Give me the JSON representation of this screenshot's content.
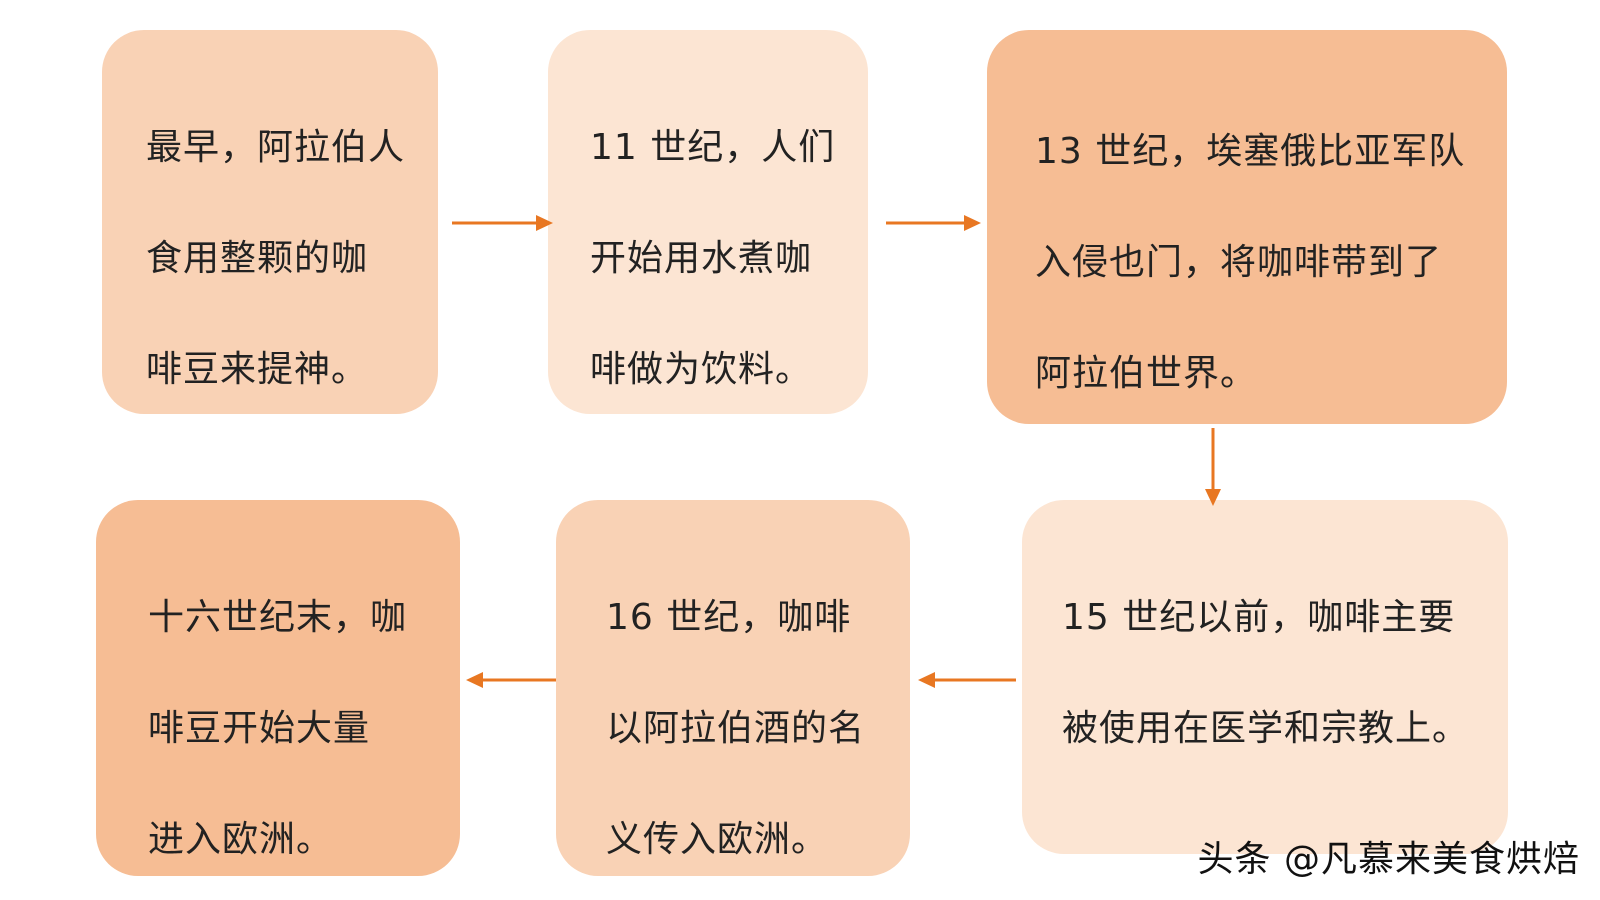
{
  "colors": {
    "light_peach": "#fce5d3",
    "medium_peach": "#f9d2b5",
    "dark_peach": "#f6bd94",
    "arrow": "#e87722"
  },
  "boxes": [
    {
      "fill": "#f9d2b5",
      "lines": [
        "最早，阿拉伯人",
        "食用整颗的咖",
        "啡豆来提神。"
      ]
    },
    {
      "fill": "#fce5d3",
      "lines": [
        "11 世纪，人们",
        "开始用水煮咖",
        "啡做为饮料。"
      ]
    },
    {
      "fill": "#f6bd94",
      "lines": [
        "13 世纪，埃塞俄比亚军队",
        "入侵也门，将咖啡带到了",
        "阿拉伯世界。"
      ]
    },
    {
      "fill": "#fce5d3",
      "lines": [
        "15 世纪以前，咖啡主要",
        "被使用在医学和宗教上。"
      ]
    },
    {
      "fill": "#f9d2b5",
      "lines": [
        "16  世纪，咖啡",
        "以阿拉伯酒的名",
        "义传入欧洲。"
      ]
    },
    {
      "fill": "#f6bd94",
      "lines": [
        "十六世纪末，咖",
        "啡豆开始大量",
        "进入欧洲。"
      ]
    }
  ],
  "watermark": "头条 @凡慕来美食烘焙"
}
